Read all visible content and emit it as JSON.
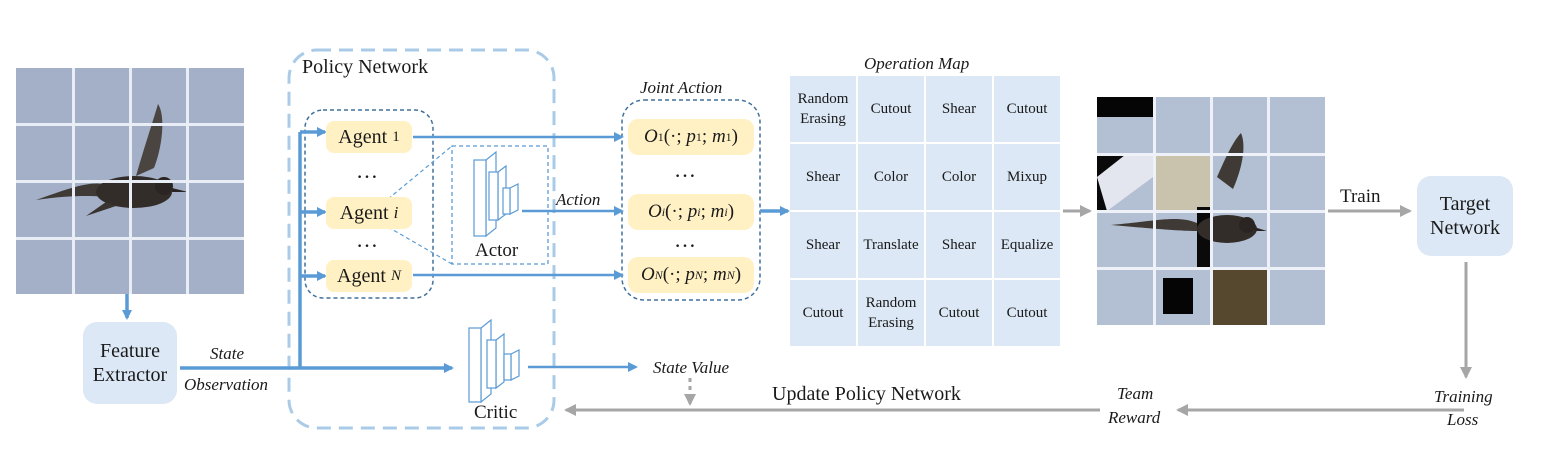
{
  "labels": {
    "policy_network": "Policy Network",
    "joint_action": "Joint Action",
    "operation_map": "Operation Map",
    "feature_extractor": "Feature Extractor",
    "state": "State",
    "observation": "Observation",
    "actor": "Actor",
    "critic": "Critic",
    "action": "Action",
    "state_value": "State Value",
    "train": "Train",
    "target_network": "Target Network",
    "training_loss_1": "Training",
    "training_loss_2": "Loss",
    "team_reward_1": "Team",
    "team_reward_2": "Reward",
    "update_policy_network": "Update Policy Network",
    "ellipsis": "…"
  },
  "agents": [
    {
      "name": "Agent",
      "sub": "1"
    },
    {
      "name": "Agent",
      "sub": "i"
    },
    {
      "name": "Agent",
      "sub": "N"
    }
  ],
  "operations": [
    {
      "O": "O",
      "sub": "1",
      "p": "p",
      "m": "m"
    },
    {
      "O": "O",
      "sub": "i",
      "p": "p",
      "m": "m"
    },
    {
      "O": "O",
      "sub": "N",
      "p": "p",
      "m": "m"
    }
  ],
  "operation_map": [
    [
      "Random Erasing",
      "Cutout",
      "Shear",
      "Cutout"
    ],
    [
      "Shear",
      "Color",
      "Color",
      "Mixup"
    ],
    [
      "Shear",
      "Translate",
      "Shear",
      "Equalize"
    ],
    [
      "Cutout",
      "Random Erasing",
      "Cutout",
      "Cutout"
    ]
  ],
  "colors": {
    "arrow_blue": "#5b9bd5",
    "arrow_gray": "#a6a6a6",
    "box_blue": "#dce8f5",
    "agent_yellow": "#fff1c4",
    "dashed_blue": "#a9cbe8",
    "dashed_dark": "#41719c"
  }
}
